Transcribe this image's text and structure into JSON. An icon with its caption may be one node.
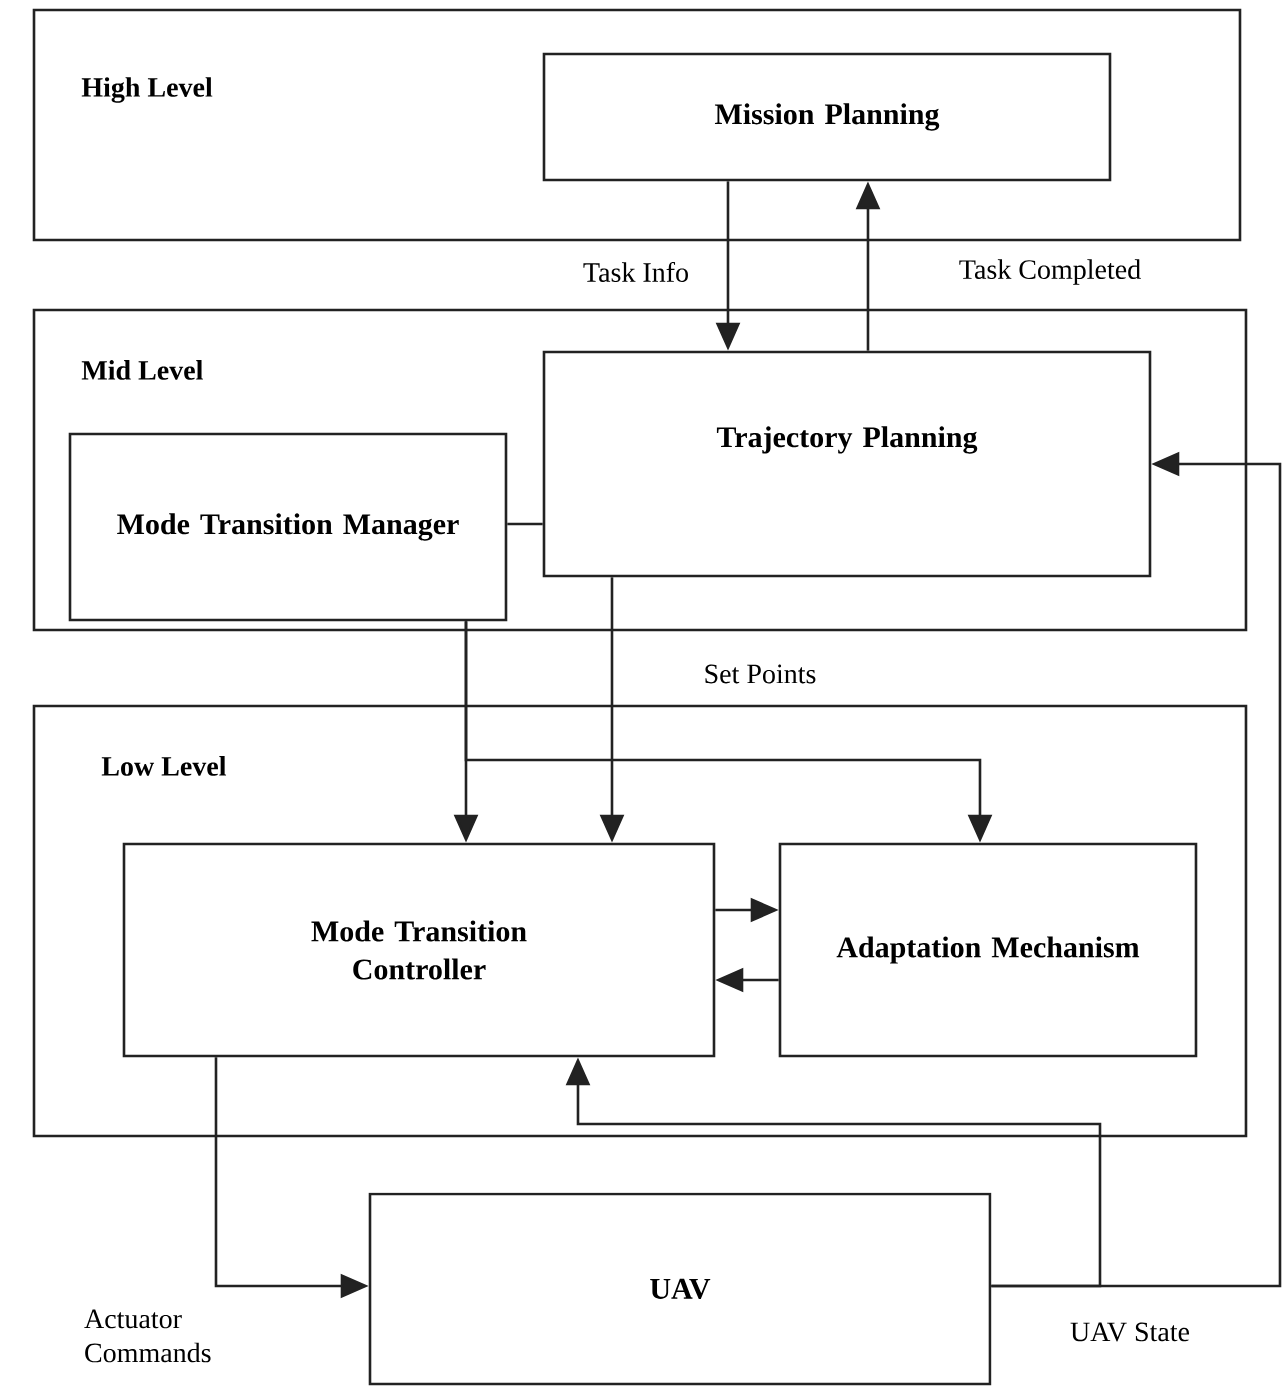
{
  "diagram": {
    "nodes": [
      {
        "text": [
          "High Level"
        ]
      },
      {
        "text": [
          "Mission Planning"
        ],
        "in": 0
      },
      {
        "text": [
          "Mid Level"
        ]
      },
      {
        "text": [
          "Mode Transition Manager"
        ],
        "in": 2
      },
      {
        "text": [
          "Trajectory Planning"
        ],
        "in": 2
      },
      {
        "text": [
          "Low Level"
        ]
      },
      {
        "text": [
          "Mode Transition Controller"
        ],
        "in": 5
      },
      {
        "text": [
          "Adaptation Mechanism"
        ],
        "in": 5
      },
      {
        "text": [
          "UAV"
        ]
      }
    ],
    "edges": [
      {
        "from": 1,
        "to": 4,
        "arrow": "to",
        "label": "Task Info"
      },
      {
        "from": 4,
        "to": 1,
        "arrow": "to",
        "label": "Task Completed"
      },
      {
        "from": 3,
        "to": 4,
        "arrow": "none"
      },
      {
        "from": 3,
        "to": 6,
        "arrow": "to"
      },
      {
        "from": 3,
        "to": 7,
        "arrow": "to"
      },
      {
        "from": 4,
        "to": 6,
        "arrow": "to",
        "label": "Set Points"
      },
      {
        "from": 6,
        "to": 7,
        "arrow": "to"
      },
      {
        "from": 7,
        "to": 6,
        "arrow": "to"
      },
      {
        "from": 6,
        "to": 8,
        "arrow": "to",
        "label": "Actuator Commands"
      },
      {
        "from": 8,
        "to": 6,
        "arrow": "to",
        "label": "UAV State"
      },
      {
        "from": 8,
        "to": 4,
        "arrow": "to"
      }
    ]
  }
}
